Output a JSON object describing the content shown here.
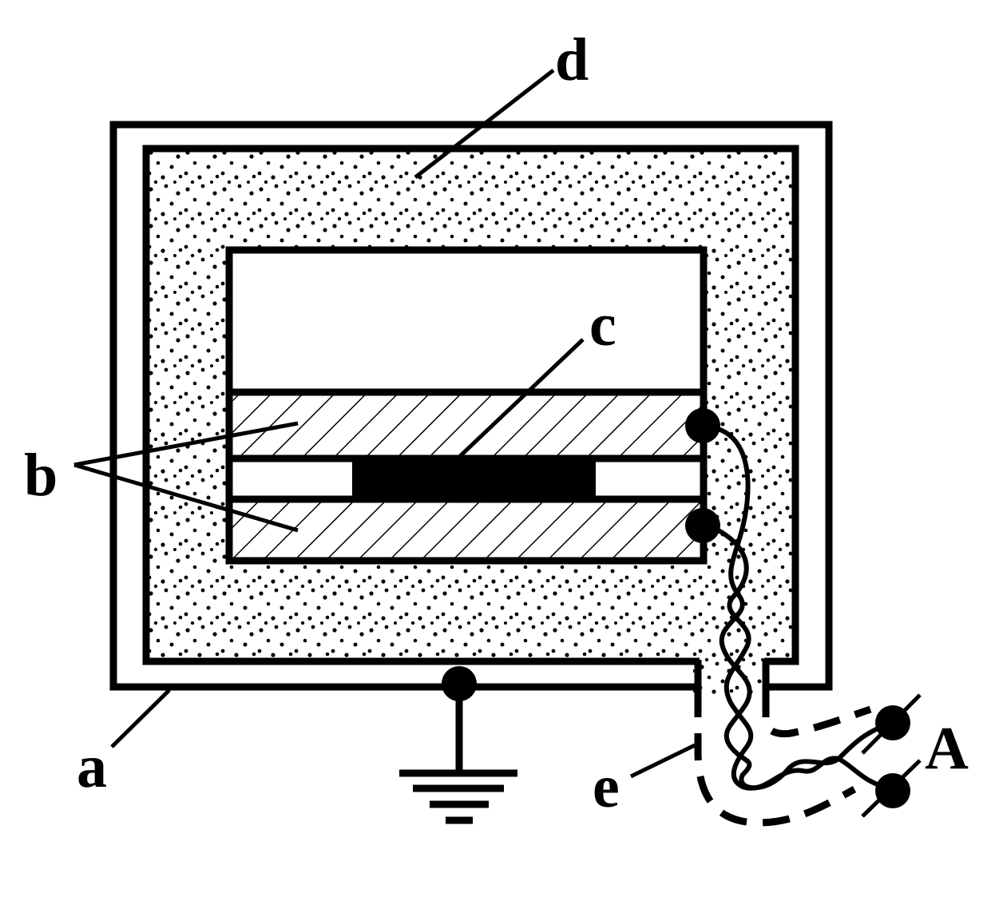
{
  "diagram": {
    "labels": {
      "a": "a",
      "b": "b",
      "c": "c",
      "d": "d",
      "e": "e",
      "A": "A"
    },
    "colors": {
      "line": "#000000",
      "background": "#ffffff"
    },
    "icons": {
      "ground": "ground-symbol",
      "terminal": "solder-dot"
    }
  }
}
